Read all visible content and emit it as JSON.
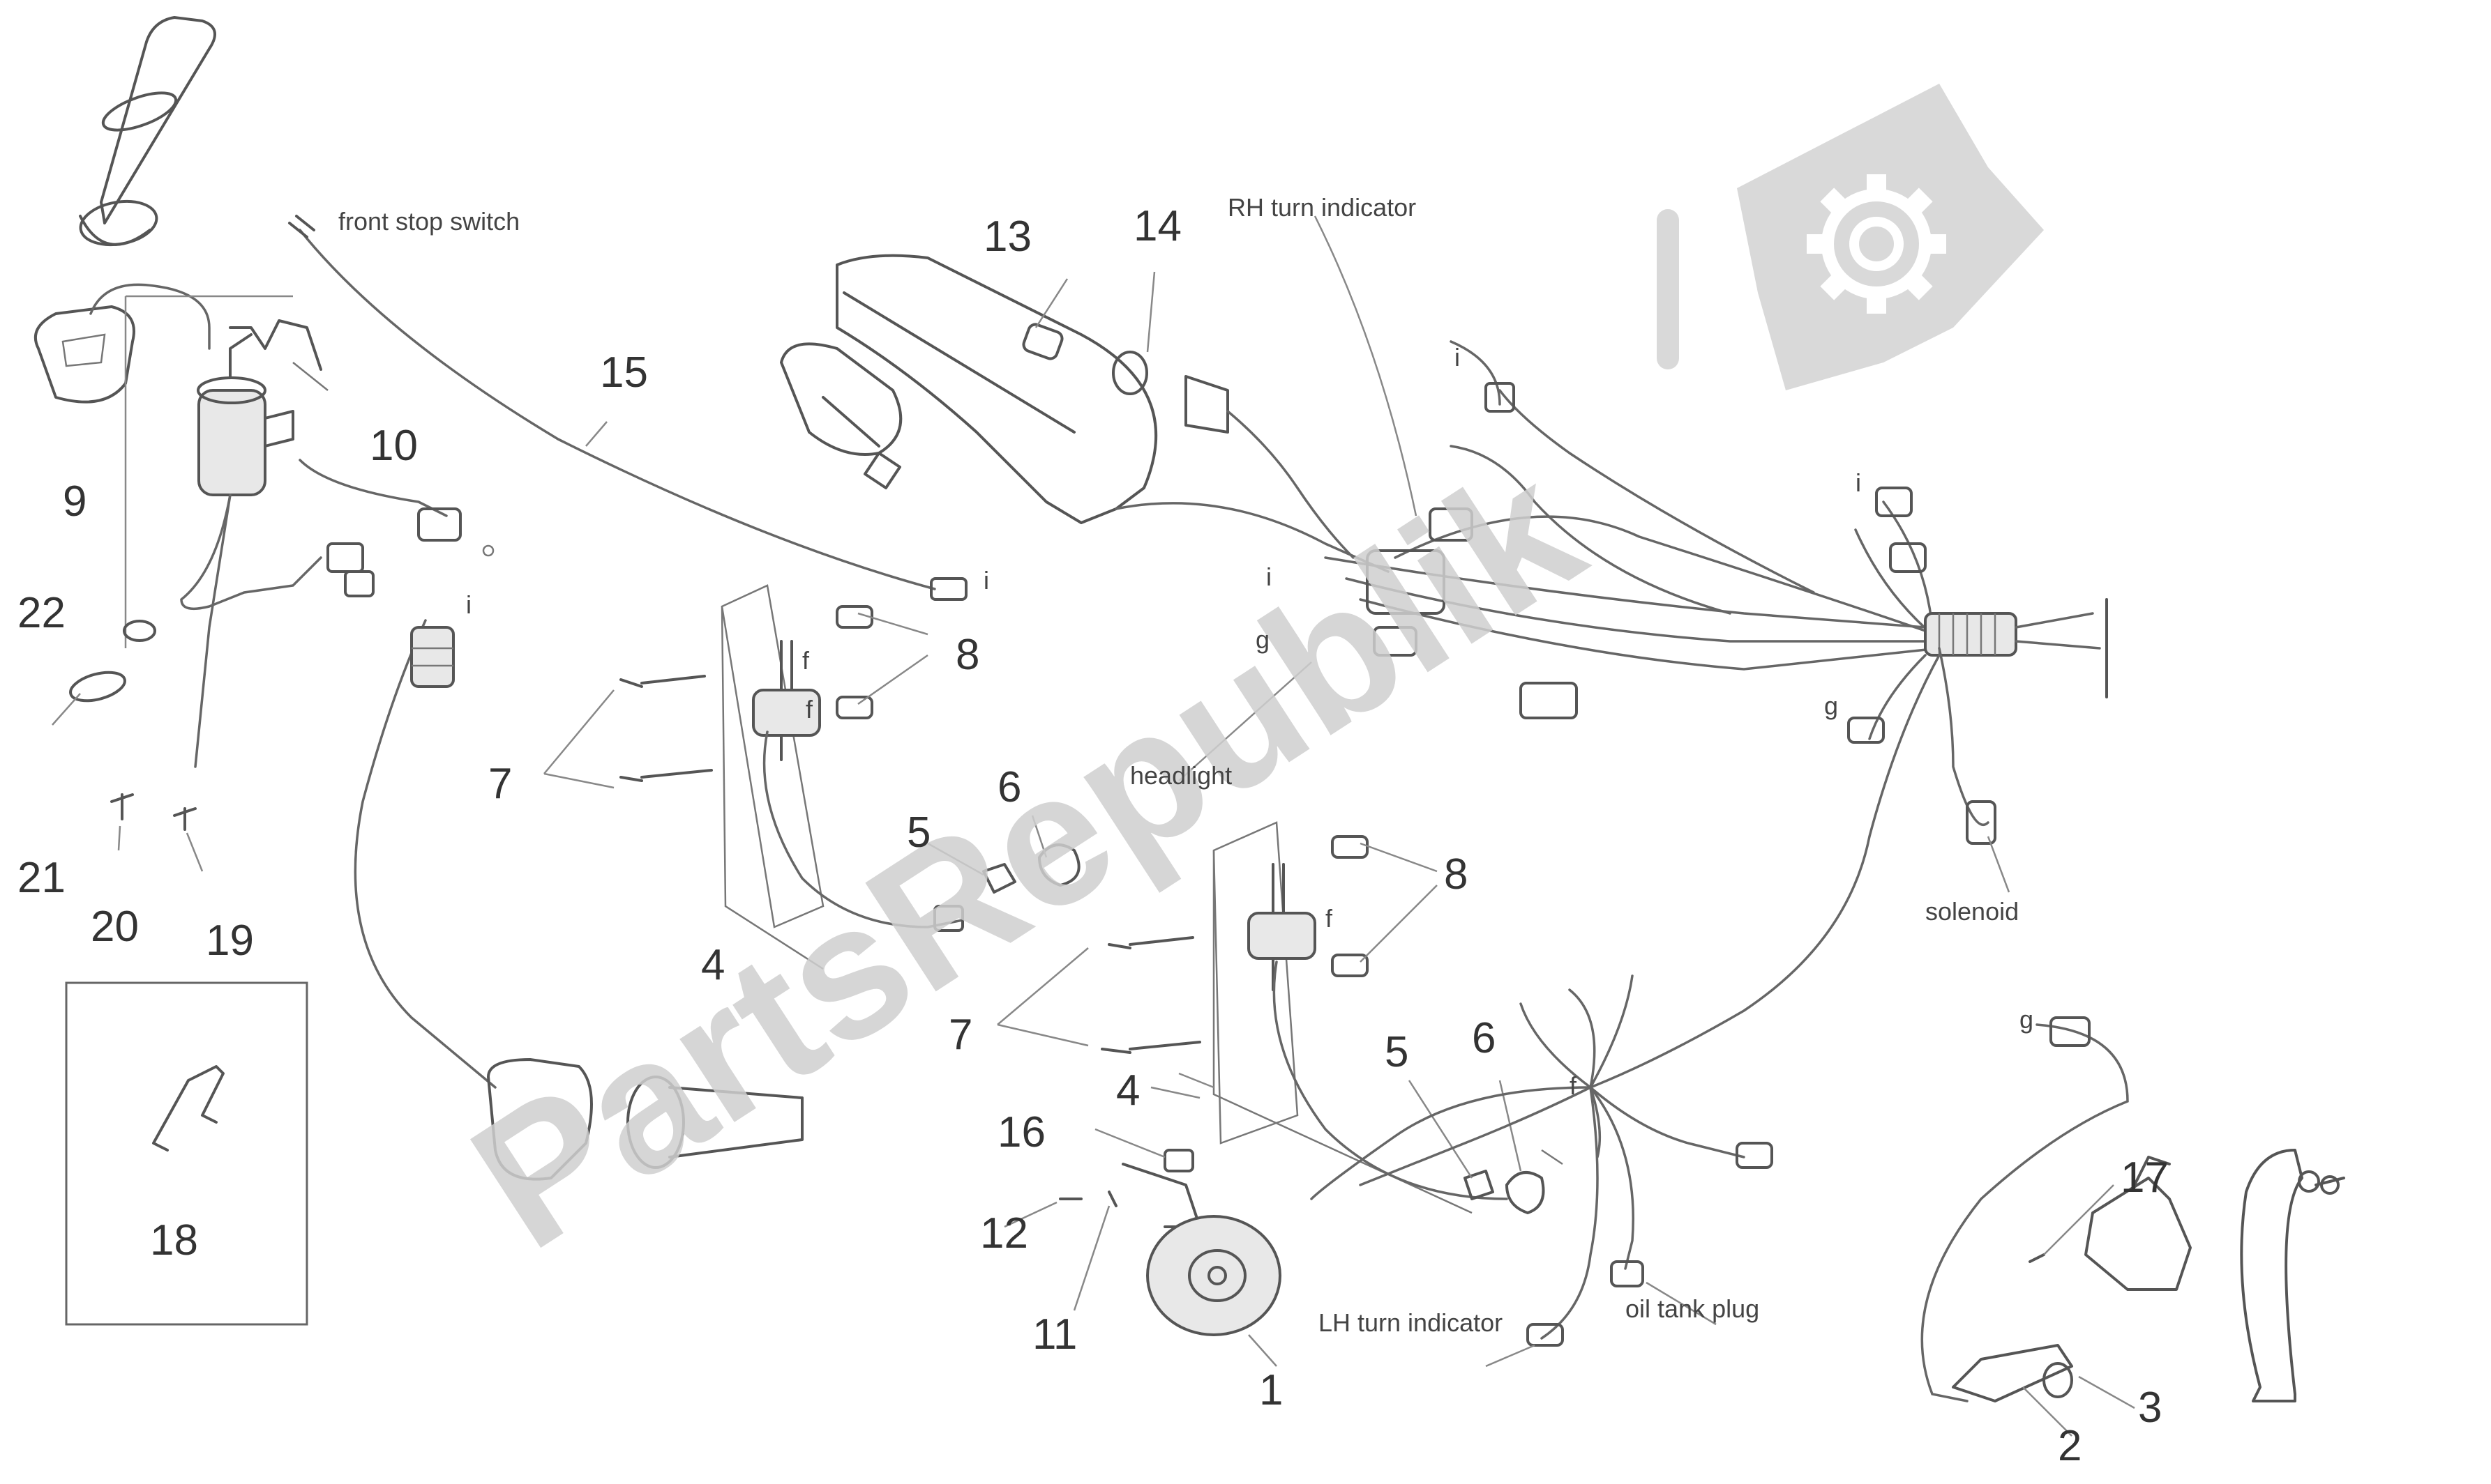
{
  "watermark": {
    "text": "PartsRepublik",
    "logo_icon": "gear-flag-icon",
    "color": "#cfcfcf"
  },
  "callouts": [
    {
      "id": "c1",
      "text": "1"
    },
    {
      "id": "c2",
      "text": "2"
    },
    {
      "id": "c3",
      "text": "3"
    },
    {
      "id": "c4a",
      "text": "4"
    },
    {
      "id": "c4b",
      "text": "4"
    },
    {
      "id": "c5a",
      "text": "5"
    },
    {
      "id": "c5b",
      "text": "5"
    },
    {
      "id": "c6a",
      "text": "6"
    },
    {
      "id": "c6b",
      "text": "6"
    },
    {
      "id": "c7a",
      "text": "7"
    },
    {
      "id": "c7b",
      "text": "7"
    },
    {
      "id": "c8a",
      "text": "8"
    },
    {
      "id": "c8b",
      "text": "8"
    },
    {
      "id": "c9",
      "text": "9"
    },
    {
      "id": "c10",
      "text": "10"
    },
    {
      "id": "c11",
      "text": "11"
    },
    {
      "id": "c12",
      "text": "12"
    },
    {
      "id": "c13",
      "text": "13"
    },
    {
      "id": "c14",
      "text": "14"
    },
    {
      "id": "c15",
      "text": "15"
    },
    {
      "id": "c16",
      "text": "16"
    },
    {
      "id": "c17",
      "text": "17"
    },
    {
      "id": "c18",
      "text": "18"
    },
    {
      "id": "c19",
      "text": "19"
    },
    {
      "id": "c20",
      "text": "20"
    },
    {
      "id": "c21",
      "text": "21"
    },
    {
      "id": "c22",
      "text": "22"
    }
  ],
  "labels": {
    "front_stop_switch": "front stop switch",
    "rh_turn_indicator": "RH turn indicator",
    "headlight": "headlight",
    "solenoid": "solenoid",
    "lh_turn_indicator": "LH turn indicator",
    "oil_tank_plug": "oil tank plug"
  },
  "connector_marks": {
    "i": "i",
    "f": "f",
    "g": "g"
  }
}
